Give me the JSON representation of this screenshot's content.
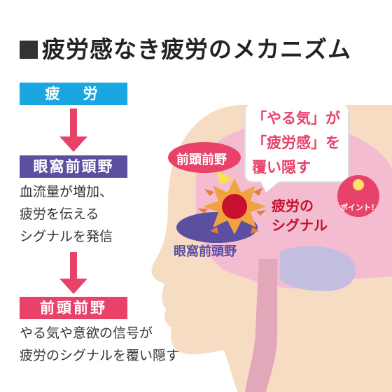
{
  "title": "疲労感なき疲労のメカニズム",
  "steps": [
    {
      "label": "疲　労"
    },
    {
      "label": "眼窩前頭野",
      "description_lines": [
        "血流量が増加、",
        "疲労を伝える",
        "シグナルを発信"
      ]
    },
    {
      "label": "前頭前野",
      "description_lines": [
        "やる気や意欲の信号が",
        "疲労のシグナルを覆い隠す"
      ]
    }
  ],
  "brain": {
    "prefrontal_label": "前頭前野",
    "orbitofrontal_label": "眼窩前頭野",
    "signal_label_lines": [
      "疲労の",
      "シグナル"
    ],
    "callout_lines": [
      "「やる気」が",
      "「疲労感」を",
      "覆い隠す"
    ],
    "point_badge": "ポイント!"
  },
  "colors": {
    "cyan": "#1aa6e0",
    "purple": "#5a4fa1",
    "pink": "#e8416a",
    "skin": "#f7dcc4",
    "brain": "#f3bcd0",
    "lobe_blue": "#c3bedf"
  }
}
